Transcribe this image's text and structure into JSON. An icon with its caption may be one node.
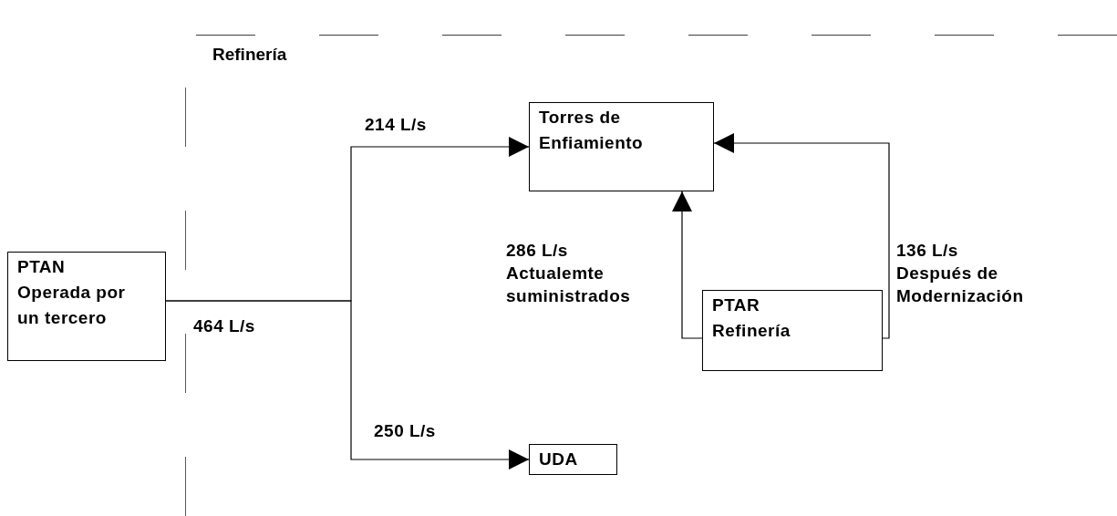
{
  "diagram": {
    "nodes": [
      {
        "text": [
          "Refinería"
        ]
      },
      {
        "text": [
          "PTAN Operada por un tercero"
        ]
      },
      {
        "text": [
          "Torres de Enfiamiento"
        ],
        "in": 0
      },
      {
        "text": [
          "PTAR Refinería"
        ],
        "in": 0
      },
      {
        "text": [
          "UDA"
        ],
        "in": 0
      }
    ],
    "edges": [
      {
        "from": 1,
        "to": 2,
        "arrow": "to",
        "label": "214 L/s"
      },
      {
        "from": 1,
        "to": 4,
        "arrow": "to",
        "label": "250 L/s"
      },
      {
        "from": 3,
        "to": 2,
        "arrow": "to",
        "label": "286 L/s Actualemte suministrados"
      },
      {
        "from": 3,
        "to": 2,
        "arrow": "to",
        "label": "136 L/s Después de Modernización"
      }
    ],
    "labels": [
      "464 L/s"
    ]
  }
}
